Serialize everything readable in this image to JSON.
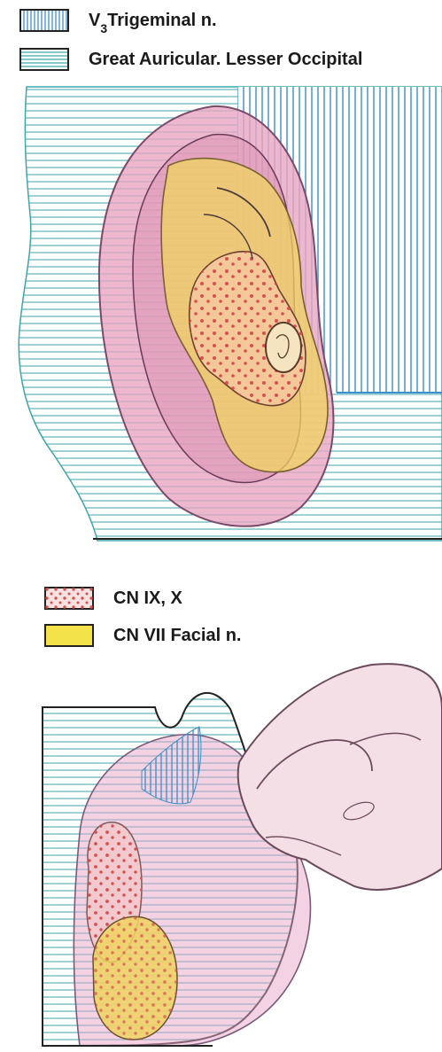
{
  "legend_top": {
    "items": [
      {
        "prefix": "V",
        "subscript": "3",
        "label": "Trigeminal n.",
        "pattern": "vertical-blue"
      },
      {
        "label": "Great Auricular. Lesser Occipital",
        "pattern": "horizontal-blue"
      }
    ]
  },
  "legend_bottom": {
    "items": [
      {
        "label": "CN IX, X",
        "pattern": "pink-red-dots"
      },
      {
        "label": "CN VII Facial n.",
        "pattern": "yellow"
      }
    ]
  },
  "colors": {
    "horizontal_lines": "#3fa6a8",
    "vertical_lines": "#3c8fc8",
    "ear_pink": "#e9a6c2",
    "facial_yellow": "#f0d460",
    "cn_dots": "#d8504e",
    "finger_skin": "#f4dfe6"
  }
}
